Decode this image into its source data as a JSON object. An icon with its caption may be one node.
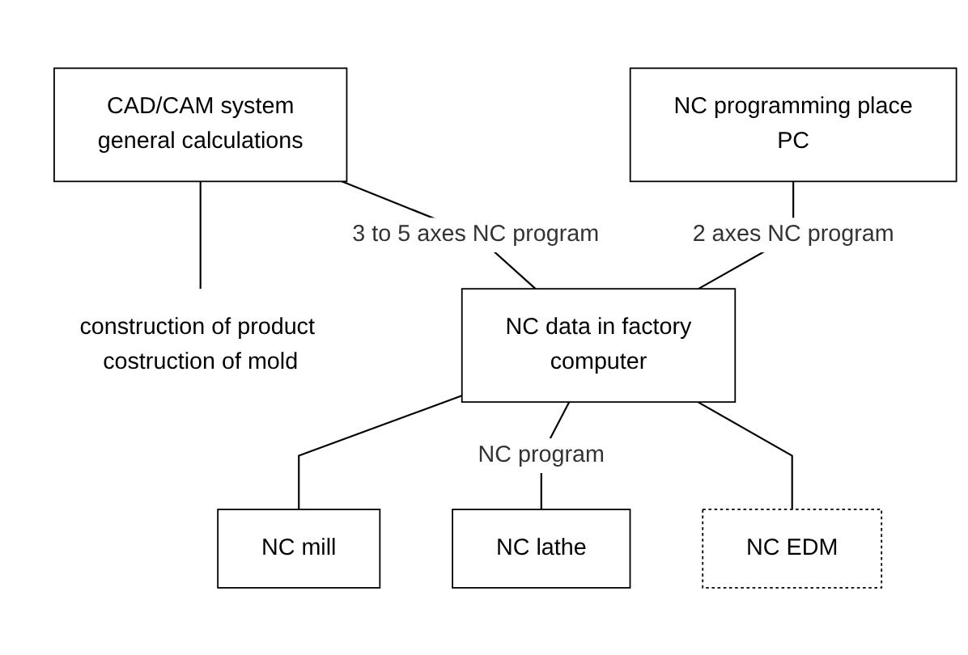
{
  "diagram": {
    "nodes": [
      {
        "text": [
          "CAD/CAM system",
          "general calculations"
        ]
      },
      {
        "text": [
          "NC programming place",
          "PC"
        ]
      },
      {
        "text": [
          "construction of product costruction of mold"
        ]
      },
      {
        "text": [
          "NC data in factory",
          "computer"
        ]
      },
      {
        "text": [
          "NC mill"
        ]
      },
      {
        "text": [
          "NC lathe"
        ]
      },
      {
        "text": [
          "NC EDM"
        ]
      }
    ],
    "edges": [
      {
        "from": 0,
        "to": 2,
        "arrow": "none"
      },
      {
        "from": 0,
        "to": 3,
        "arrow": "none",
        "label": "3 to 5 axes NC program"
      },
      {
        "from": 1,
        "to": 3,
        "arrow": "none",
        "label": "2 axes NC program"
      },
      {
        "from": 3,
        "to": 4,
        "arrow": "none"
      },
      {
        "from": 3,
        "to": 5,
        "arrow": "none",
        "label": "NC program"
      },
      {
        "from": 3,
        "to": 6,
        "arrow": "none"
      }
    ]
  }
}
